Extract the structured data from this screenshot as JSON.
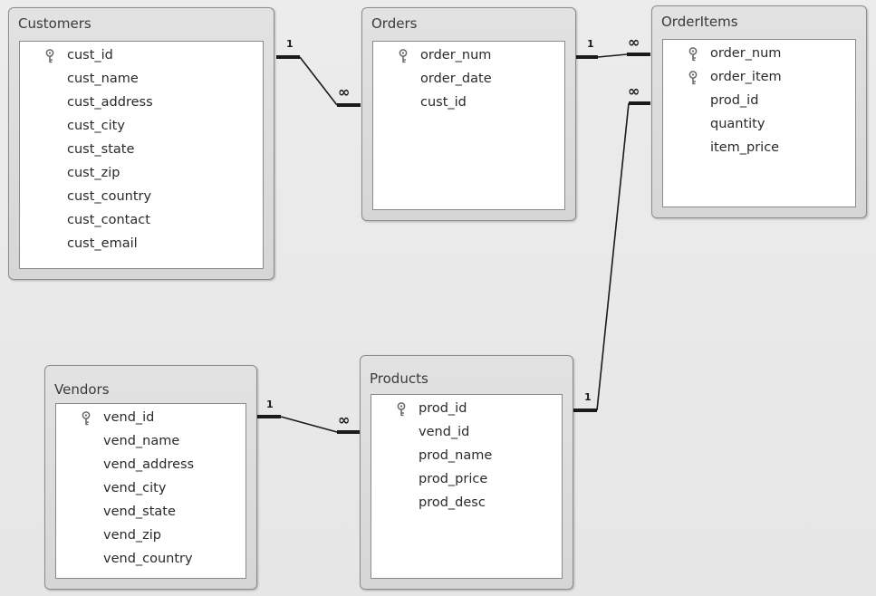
{
  "tables": {
    "customers": {
      "title": "Customers",
      "fields": [
        {
          "name": "cust_id",
          "key": true
        },
        {
          "name": "cust_name",
          "key": false
        },
        {
          "name": "cust_address",
          "key": false
        },
        {
          "name": "cust_city",
          "key": false
        },
        {
          "name": "cust_state",
          "key": false
        },
        {
          "name": "cust_zip",
          "key": false
        },
        {
          "name": "cust_country",
          "key": false
        },
        {
          "name": "cust_contact",
          "key": false
        },
        {
          "name": "cust_email",
          "key": false
        }
      ]
    },
    "orders": {
      "title": "Orders",
      "fields": [
        {
          "name": "order_num",
          "key": true
        },
        {
          "name": "order_date",
          "key": false
        },
        {
          "name": "cust_id",
          "key": false
        }
      ]
    },
    "orderitems": {
      "title": "OrderItems",
      "fields": [
        {
          "name": "order_num",
          "key": true
        },
        {
          "name": "order_item",
          "key": true
        },
        {
          "name": "prod_id",
          "key": false
        },
        {
          "name": "quantity",
          "key": false
        },
        {
          "name": "item_price",
          "key": false
        }
      ]
    },
    "vendors": {
      "title": "Vendors",
      "fields": [
        {
          "name": "vend_id",
          "key": true
        },
        {
          "name": "vend_name",
          "key": false
        },
        {
          "name": "vend_address",
          "key": false
        },
        {
          "name": "vend_city",
          "key": false
        },
        {
          "name": "vend_state",
          "key": false
        },
        {
          "name": "vend_zip",
          "key": false
        },
        {
          "name": "vend_country",
          "key": false
        }
      ]
    },
    "products": {
      "title": "Products",
      "fields": [
        {
          "name": "prod_id",
          "key": true
        },
        {
          "name": "vend_id",
          "key": false
        },
        {
          "name": "prod_name",
          "key": false
        },
        {
          "name": "prod_price",
          "key": false
        },
        {
          "name": "prod_desc",
          "key": false
        }
      ]
    }
  },
  "relationships": [
    {
      "from": "customers",
      "to": "orders",
      "from_card": "1",
      "to_card": "∞"
    },
    {
      "from": "orders",
      "to": "orderitems",
      "from_card": "1",
      "to_card": "∞"
    },
    {
      "from": "products",
      "to": "orderitems",
      "from_card": "1",
      "to_card": "∞"
    },
    {
      "from": "vendors",
      "to": "products",
      "from_card": "1",
      "to_card": "∞"
    }
  ],
  "icons": {
    "primary_key": "key-icon"
  },
  "colors": {
    "background": "#e8e8e8",
    "window": "#dcdcdc",
    "field_list": "#ffffff",
    "connector": "#1a1a1a"
  }
}
